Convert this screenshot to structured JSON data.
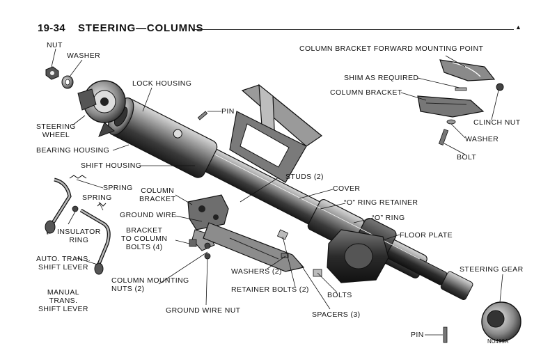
{
  "header": {
    "page_number": "19-34",
    "section_title": "STEERING—COLUMNS"
  },
  "labels": {
    "nut": "NUT",
    "washer_top": "WASHER",
    "lock_housing": "LOCK HOUSING",
    "pin_top": "PIN",
    "steering_wheel": "STEERING\nWHEEL",
    "bearing_housing": "BEARING HOUSING",
    "shift_housing": "SHIFT HOUSING",
    "spring_1": "SPRING",
    "spring_2": "SPRING",
    "column_bracket_mid": "COLUMN\nBRACKET",
    "ground_wire": "GROUND WIRE",
    "insulator_ring": "INSULATOR\nRING",
    "bracket_to_column_bolts": "BRACKET\nTO COLUMN\nBOLTS (4)",
    "auto_trans_shift_lever": "AUTO. TRANS.\nSHIFT LEVER",
    "manual_trans_shift_lever": "MANUAL\nTRANS.\nSHIFT LEVER",
    "column_mounting_nuts": "COLUMN MOUNTING\nNUTS (2)",
    "ground_wire_nut": "GROUND WIRE NUT",
    "studs": "STUDS (2)",
    "cover": "COVER",
    "o_ring_retainer": "“O” RING RETAINER",
    "o_ring": "“O” RING",
    "floor_plate": "FLOOR PLATE",
    "washers": "WASHERS (2)",
    "retainer_bolts": "RETAINER BOLTS (2)",
    "bolts_lower": "BOLTS",
    "spacers": "SPACERS (3)",
    "steering_gear": "STEERING GEAR",
    "pin_bottom": "PIN",
    "column_bracket_forward_mounting_point": "COLUMN BRACKET FORWARD MOUNTING POINT",
    "shim_as_required": "SHIM AS REQUIRED",
    "column_bracket_top": "COLUMN BRACKET",
    "clinch_nut": "CLINCH NUT",
    "washer_right": "WASHER",
    "bolt_right": "BOLT",
    "figure_code": "NU499A"
  }
}
